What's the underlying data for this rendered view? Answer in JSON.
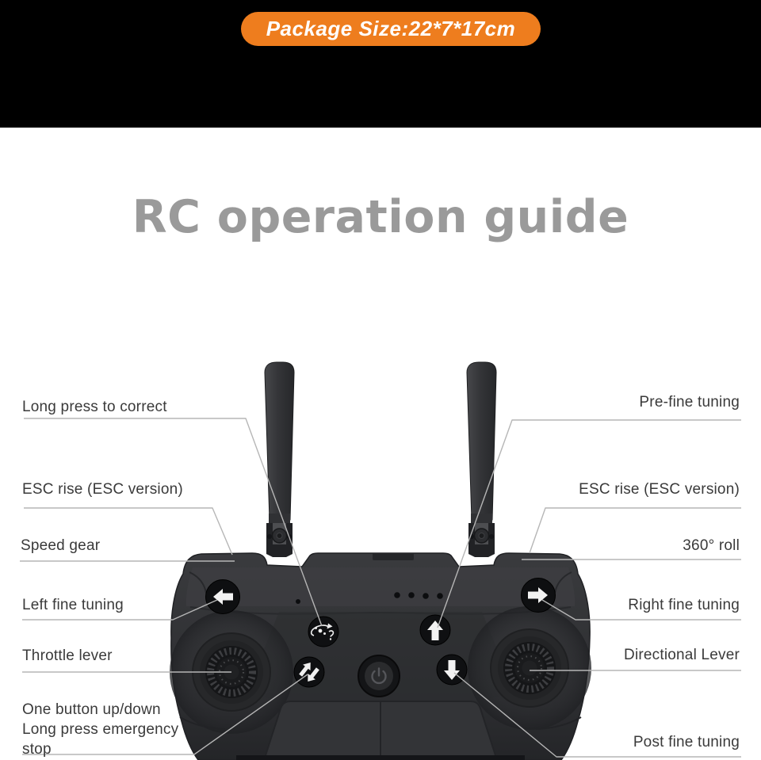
{
  "badge": {
    "text": "Package Size:22*7*17cm"
  },
  "title": {
    "text": "RC operation guide"
  },
  "labels": {
    "left": [
      {
        "id": "long-press-to-correct",
        "text": "Long press to correct"
      },
      {
        "id": "esc-rise-left",
        "text": "ESC rise (ESC version)"
      },
      {
        "id": "speed-gear",
        "text": "Speed gear"
      },
      {
        "id": "left-fine-tuning",
        "text": "Left fine tuning"
      },
      {
        "id": "throttle-lever",
        "text": "Throttle lever"
      },
      {
        "id": "one-button-up-down",
        "text": "One button up/down\nLong press emergency\nstop"
      }
    ],
    "right": [
      {
        "id": "pre-fine-tuning",
        "text": "Pre-fine tuning"
      },
      {
        "id": "esc-rise-right",
        "text": "ESC rise (ESC version)"
      },
      {
        "id": "roll-360",
        "text": "360° roll"
      },
      {
        "id": "right-fine-tuning",
        "text": "Right fine tuning"
      },
      {
        "id": "directional-lever",
        "text": "Directional Lever"
      },
      {
        "id": "post-fine-tuning",
        "text": "Post fine tuning"
      }
    ]
  },
  "controller": {
    "buttons": [
      "left-fine-tune-arrow",
      "right-fine-tune-arrow",
      "360-roll",
      "up-trim",
      "up-down-one-key",
      "down-trim",
      "power"
    ],
    "sticks": [
      "throttle-lever",
      "directional-lever"
    ],
    "led_count": 4
  },
  "colors": {
    "banner_bg": "#000000",
    "badge_bg": "#EE7D1E",
    "badge_text": "#FFFFFF",
    "title_text": "#9A9A9A",
    "label_text": "#3A3A3A",
    "leader_line": "#B6B6B6",
    "controller_body": "#323336"
  }
}
